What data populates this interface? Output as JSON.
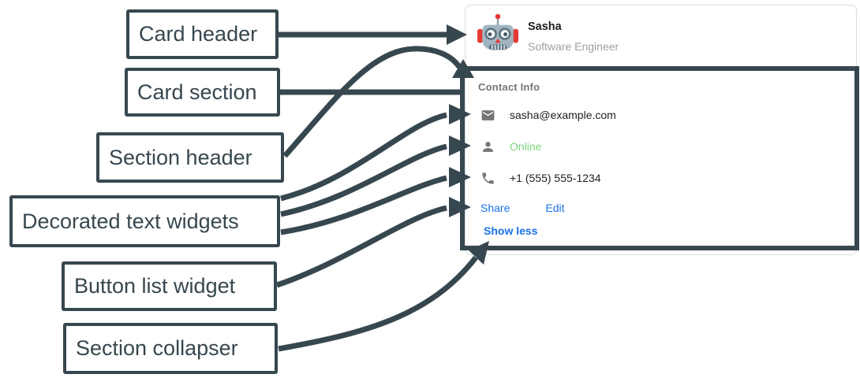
{
  "annotation": {
    "labels": [
      {
        "id": "card-header",
        "text": "Card header"
      },
      {
        "id": "card-section",
        "text": "Card section"
      },
      {
        "id": "section-header",
        "text": "Section header"
      },
      {
        "id": "decorated-text",
        "text": "Decorated text widgets"
      },
      {
        "id": "button-list",
        "text": "Button list widget"
      },
      {
        "id": "section-collapser",
        "text": "Section collapser"
      }
    ]
  },
  "card": {
    "header": {
      "name": "Sasha",
      "role": "Software Engineer",
      "avatar_icon": "robot-avatar"
    },
    "section": {
      "title": "Contact Info",
      "rows": [
        {
          "icon": "mail-icon",
          "text": "sasha@example.com"
        },
        {
          "icon": "person-icon",
          "text": "Online"
        },
        {
          "icon": "phone-icon",
          "text": "+1 (555) 555-1234"
        }
      ],
      "buttons": [
        {
          "label": "Share"
        },
        {
          "label": "Edit"
        }
      ],
      "collapser_label": "Show less"
    }
  },
  "colors": {
    "ink": "#37474F",
    "link_blue": "#1A73E8",
    "online_green": "#7CD47C",
    "muted_gray": "#757575",
    "text_dark": "#202124",
    "role_gray": "#9AA0A6",
    "card_border": "#DADCE0",
    "icon_gray": "#757575"
  }
}
